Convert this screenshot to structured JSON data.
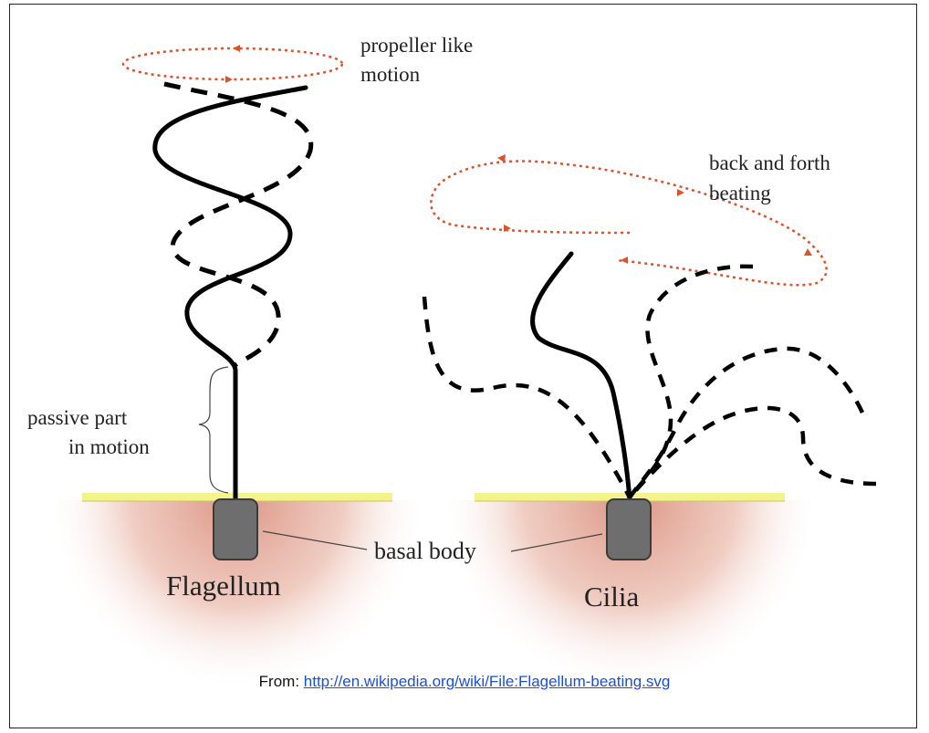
{
  "diagram": {
    "labels": {
      "propeller_line1": "propeller like",
      "propeller_line2": "motion",
      "back_forth_line1": "back and forth",
      "back_forth_line2": "beating",
      "passive_line1": "passive part",
      "passive_line2": "in motion",
      "basal_body": "basal body",
      "flagellum": "Flagellum",
      "cilia": "Cilia"
    },
    "colors": {
      "surface": "#f4f28a",
      "cell": "#d98f7c",
      "basal_body": "#6e6e6e",
      "motion_arrow": "#d9542c",
      "strand": "#000000"
    }
  },
  "credit": {
    "prefix": "From: ",
    "link_text": "http://en.wikipedia.org/wiki/File:Flagellum-beating.svg"
  }
}
